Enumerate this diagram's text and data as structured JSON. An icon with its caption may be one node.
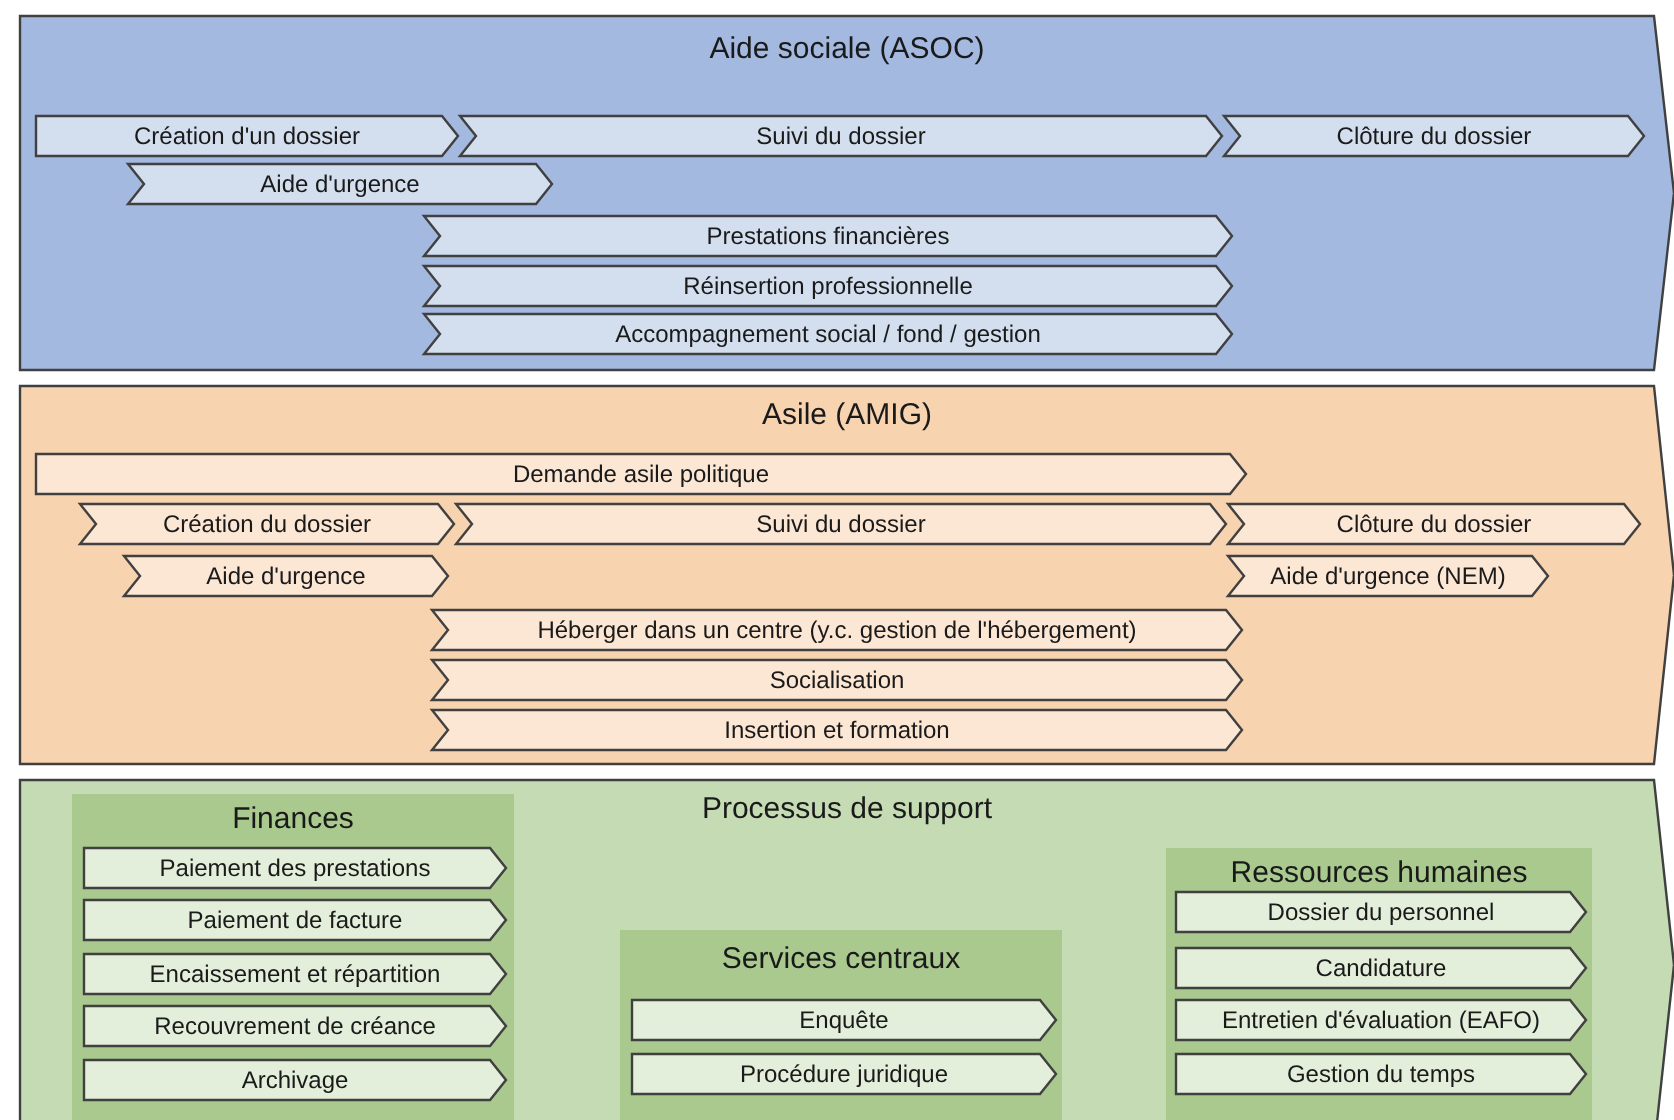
{
  "diagram": {
    "nodes": [
      {
        "text": [
          "Aide sociale (ASOC)"
        ]
      },
      {
        "text": [
          "Création d'un dossier"
        ],
        "in": 0
      },
      {
        "text": [
          "Suivi du dossier"
        ],
        "in": 0
      },
      {
        "text": [
          "Clôture du dossier"
        ],
        "in": 0
      },
      {
        "text": [
          "Aide d'urgence"
        ],
        "in": 0
      },
      {
        "text": [
          "Prestations financières"
        ],
        "in": 0
      },
      {
        "text": [
          "Réinsertion professionnelle"
        ],
        "in": 0
      },
      {
        "text": [
          "Accompagnement social / fond / gestion"
        ],
        "in": 0
      },
      {
        "text": [
          "Asile (AMIG)"
        ]
      },
      {
        "text": [
          "Demande asile politique"
        ],
        "in": 8
      },
      {
        "text": [
          "Création du dossier"
        ],
        "in": 8
      },
      {
        "text": [
          "Suivi du dossier"
        ],
        "in": 8
      },
      {
        "text": [
          "Clôture du dossier"
        ],
        "in": 8
      },
      {
        "text": [
          "Aide d'urgence"
        ],
        "in": 8
      },
      {
        "text": [
          "Aide d'urgence (NEM)"
        ],
        "in": 8
      },
      {
        "text": [
          "Héberger dans un centre (y.c. gestion de l'hébergement)"
        ],
        "in": 8
      },
      {
        "text": [
          "Socialisation"
        ],
        "in": 8
      },
      {
        "text": [
          "Insertion et formation"
        ],
        "in": 8
      },
      {
        "text": [
          "Processus de support"
        ]
      },
      {
        "text": [
          "Finances"
        ],
        "in": 18
      },
      {
        "text": [
          "Paiement des prestations"
        ],
        "in": 19
      },
      {
        "text": [
          "Paiement de facture"
        ],
        "in": 19
      },
      {
        "text": [
          "Encaissement et répartition"
        ],
        "in": 19
      },
      {
        "text": [
          "Recouvrement de créance"
        ],
        "in": 19
      },
      {
        "text": [
          "Archivage"
        ],
        "in": 19
      },
      {
        "text": [
          "Services centraux"
        ],
        "in": 18
      },
      {
        "text": [
          "Enquête"
        ],
        "in": 25
      },
      {
        "text": [
          "Procédure juridique"
        ],
        "in": 25
      },
      {
        "text": [
          "Ressources humaines"
        ],
        "in": 18
      },
      {
        "text": [
          "Dossier du personnel"
        ],
        "in": 28
      },
      {
        "text": [
          "Candidature"
        ],
        "in": 28
      },
      {
        "text": [
          "Entretien d'évaluation (EAFO)"
        ],
        "in": 28
      },
      {
        "text": [
          "Gestion du temps"
        ],
        "in": 28
      }
    ]
  }
}
